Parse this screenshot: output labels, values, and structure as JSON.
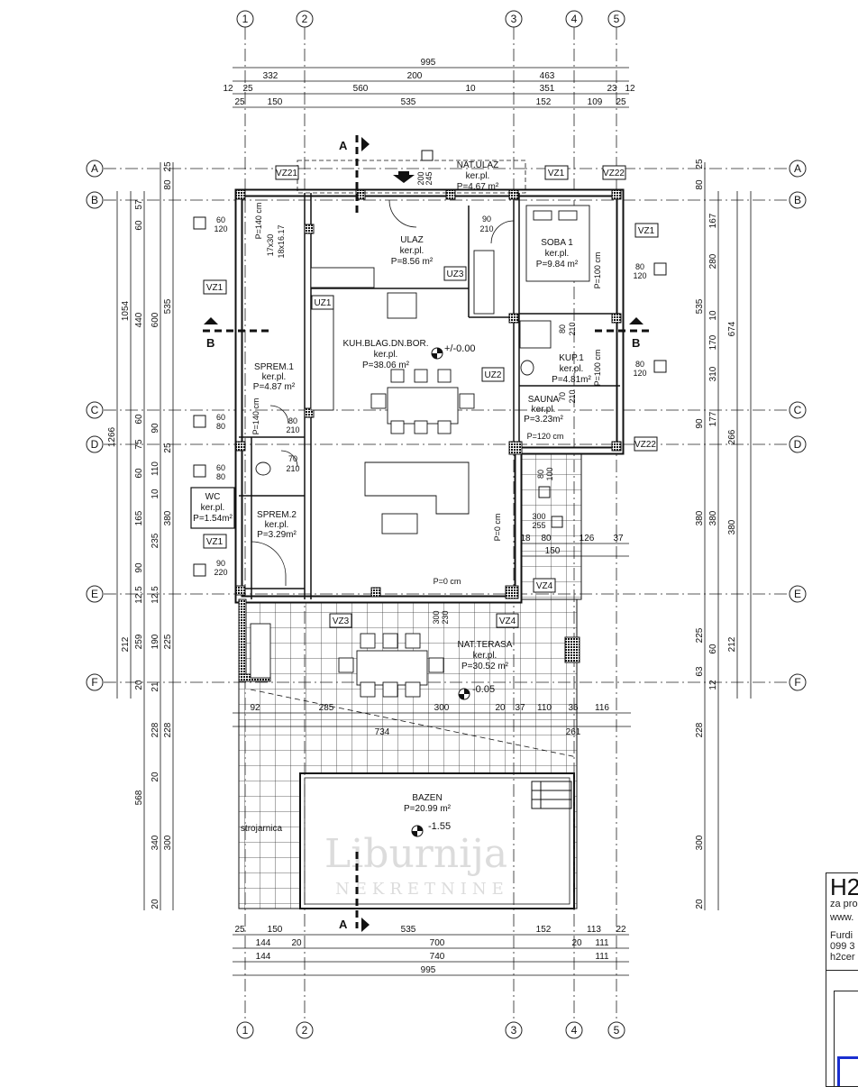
{
  "axes": {
    "vertical": [
      "1",
      "2",
      "3",
      "4",
      "5"
    ],
    "horizontal": [
      "A",
      "B",
      "C",
      "D",
      "E",
      "F"
    ]
  },
  "section_markers": {
    "a": "A",
    "b": "B"
  },
  "rooms": {
    "nat_ulaz": {
      "name": "NAT.ULAZ",
      "floor": "ker.pl.",
      "area": "P=4.67 m²"
    },
    "ulaz": {
      "name": "ULAZ",
      "floor": "ker.pl.",
      "area": "P=8.56 m²"
    },
    "soba1": {
      "name": "SOBA 1",
      "floor": "ker.pl.",
      "area": "P=9.84 m²"
    },
    "kuh": {
      "name": "KUH.BLAG.DN.BOR.",
      "floor": "ker.pl.",
      "area": "P=38.06 m²"
    },
    "sprem1": {
      "name": "SPREM.1",
      "floor": "ker.pl.",
      "area": "P=4.87 m²"
    },
    "kup1": {
      "name": "KUP.1",
      "floor": "ker.pl.",
      "area": "P=4.81m²"
    },
    "sauna": {
      "name": "SAUNA",
      "floor": "ker.pl.",
      "area": "P=3.23m²"
    },
    "wc": {
      "name": "WC",
      "floor": "ker.pl.",
      "area": "P=1.54m²"
    },
    "sprem2": {
      "name": "SPREM.2",
      "floor": "ker.pl.",
      "area": "P=3.29m²"
    },
    "terasa": {
      "name": "NAT.TERASA",
      "floor": "ker.pl.",
      "area": "P=30.52 m²"
    },
    "bazen": {
      "name": "BAZEN",
      "area": "P=20.99 m²"
    },
    "strojarnica": {
      "name": "strojarnica"
    }
  },
  "levels": {
    "ground": "+/-0.00",
    "terrace": "-0.05",
    "pool": "-1.55"
  },
  "tags": {
    "vz21": "VZ21",
    "vz1_top": "VZ1",
    "vz22_top": "VZ22",
    "vz1_right": "VZ1",
    "vz1_left": "VZ1",
    "uz1": "UZ1",
    "uz2": "UZ2",
    "uz3": "UZ3",
    "vz22_d": "VZ22",
    "vz1_wc": "VZ1",
    "vz4_e": "VZ4",
    "vz3": "VZ3",
    "vz4_t": "VZ4"
  },
  "openings": {
    "w_60_120": [
      "60",
      "120"
    ],
    "w_80_120_a": [
      "80",
      "120"
    ],
    "w_80_120_b": [
      "80",
      "120"
    ],
    "w_60_80_a": [
      "60",
      "80"
    ],
    "w_60_80_b": [
      "60",
      "80"
    ],
    "w_90_220": [
      "90",
      "220"
    ],
    "d_90_210": [
      "90",
      "210"
    ],
    "d_80_210_a": [
      "80",
      "210"
    ],
    "d_80_210_b": [
      "80",
      "210"
    ],
    "d_70_210_a": [
      "70",
      "210"
    ],
    "d_70_210_b": [
      "70",
      "210"
    ],
    "d_300_255": [
      "300",
      "255"
    ],
    "d_300_230": [
      "300",
      "230"
    ],
    "d_80_100": [
      "80",
      "100"
    ],
    "d_200_245": [
      "200",
      "245"
    ]
  },
  "notes": {
    "p140_a": "P=140 cm",
    "p140_b": "P=140 cm",
    "p100_a": "P=100 cm",
    "p100_b": "P=100 cm",
    "p120": "P=120 cm",
    "p0_a": "P=0 cm",
    "p0_b": "P=0 cm",
    "stairs_a": "17x30",
    "stairs_b": "18x16.17"
  },
  "dimensions": {
    "top_1": [
      "995"
    ],
    "top_2": [
      "332",
      "200",
      "463"
    ],
    "top_3": [
      "12",
      "25",
      "560",
      "10",
      "351",
      "23",
      "12"
    ],
    "top_4": [
      "25",
      "150",
      "535",
      "152",
      "109",
      "25"
    ],
    "bot_1": [
      "25",
      "150",
      "535",
      "152",
      "113",
      "22"
    ],
    "bot_2": [
      "144",
      "20",
      "700",
      "20",
      "111"
    ],
    "bot_3": [
      "144",
      "740",
      "111"
    ],
    "bot_4": [
      "995"
    ],
    "ter_1": [
      "92",
      "285",
      "300",
      "20",
      "37",
      "110",
      "36",
      "116"
    ],
    "ter_2": [
      "734",
      "261"
    ],
    "side_1": [
      "18",
      "80",
      "126",
      "37"
    ],
    "side_2": [
      "150"
    ],
    "left_a": [
      "1266"
    ],
    "left_b": [
      "1054",
      "212"
    ],
    "left_c": [
      "57",
      "60",
      "440",
      "60",
      "75",
      "60",
      "165",
      "90",
      "12.5",
      "259",
      "20",
      "568"
    ],
    "left_d": [
      "600",
      "90",
      "110",
      "10",
      "235",
      "12.5",
      "190",
      "21",
      "228",
      "20",
      "340",
      "20"
    ],
    "left_e": [
      "25",
      "80",
      "535",
      "25",
      "380",
      "225",
      "228",
      "300"
    ],
    "right_a": [
      "25",
      "80",
      "535",
      "90",
      "380",
      "225",
      "63",
      "228",
      "300",
      "20"
    ],
    "right_b": [
      "167",
      "280",
      "10",
      "170",
      "310",
      "177",
      "380",
      "60",
      "12"
    ],
    "right_c": [
      "674",
      "266",
      "380",
      "212"
    ]
  },
  "watermark": {
    "brand": "Liburnija",
    "sub": "NEKRETNINE"
  },
  "title_block": {
    "logo": "H2",
    "line1": "za pro",
    "line2": "www.",
    "line3": "Furdi",
    "line4": "099 3",
    "line5": "h2cer"
  }
}
